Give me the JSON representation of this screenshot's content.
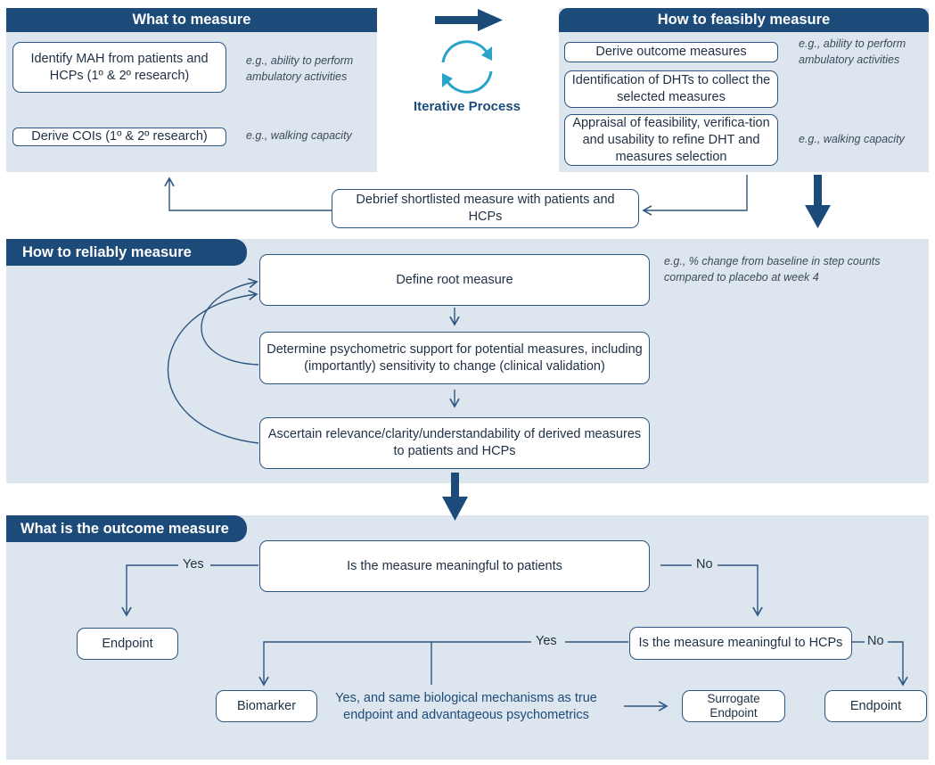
{
  "colors": {
    "header": "#1c4b7a",
    "panel": "#dde6ee",
    "line": "#2d5581",
    "arrow": "#1c4b7a",
    "cycle": "#29a3c8"
  },
  "what_to_measure": {
    "title": "What to measure",
    "box1": "Identify MAH from patients and HCPs (1º & 2º research)",
    "box2": "Derive COIs (1º & 2º research)",
    "note1": "e.g., ability to perform ambulatory activities",
    "note2": "e.g., walking capacity"
  },
  "iterative": {
    "label": "Iterative Process",
    "icon": "cycle-arrows-icon"
  },
  "how_feasibly": {
    "title": "How to feasibly measure",
    "box1": "Derive outcome measures",
    "box2": "Identification of DHTs to collect the selected measures",
    "box3": "Appraisal of feasibility, verifica-tion and usability to refine DHT and measures selection",
    "note1": "e.g., ability to perform ambulatory activities",
    "note2": "e.g., walking capacity"
  },
  "debrief": "Debrief shortlisted measure with patients and HCPs",
  "how_reliably": {
    "title": "How to reliably measure",
    "box1": "Define root measure",
    "box2": "Determine psychometric support for potential measures, including (importantly) sensitivity to change (clinical validation)",
    "box3": "Ascertain relevance/clarity/understandability of derived measures to patients and HCPs",
    "note": "e.g., % change from baseline in step counts compared to placebo at week 4"
  },
  "outcome": {
    "title": "What is the outcome measure",
    "q1": "Is the measure meaningful to patients",
    "q2": "Is the measure meaningful to HCPs",
    "yes1": "Yes",
    "no1": "No",
    "yes2": "Yes",
    "no2": "No",
    "endpoint_left": "Endpoint",
    "endpoint_right": "Endpoint",
    "biomarker": "Biomarker",
    "surrogate": "Surrogate Endpoint",
    "biomech": "Yes, and same biological mechanisms as true endpoint and advantageous psychometrics"
  }
}
